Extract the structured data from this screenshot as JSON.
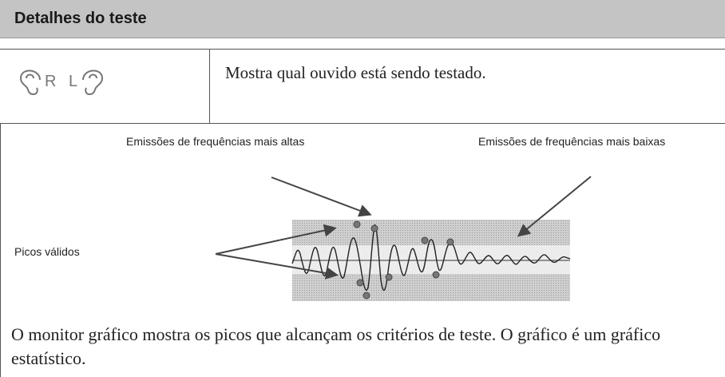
{
  "header": {
    "title": "Detalhes do teste"
  },
  "ear_row": {
    "icon": "ear-right-left-icon",
    "right_letter": "R",
    "left_letter": "L",
    "description": "Mostra qual ouvido está sendo testado."
  },
  "diagram": {
    "label_high": "Emissões de frequências mais altas",
    "label_low": "Emissões de frequências mais baixas",
    "label_peaks": "Picos válidos"
  },
  "caption": "O monitor gráfico mostra os picos que alcançam os critérios de teste. O gráfico é um gráfico estatístico."
}
